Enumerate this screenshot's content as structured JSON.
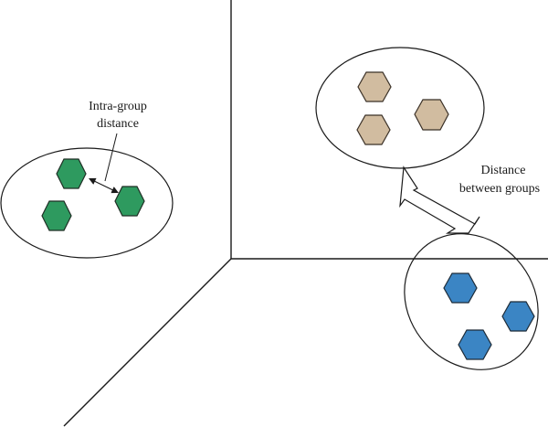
{
  "labels": {
    "intra_line1": "Intra-group",
    "intra_line2": "distance",
    "between_line1": "Distance",
    "between_line2": "between groups"
  },
  "groups": [
    {
      "name": "green-group",
      "count": 3,
      "fill": "#2e9a5f",
      "stroke": "#1f2f25"
    },
    {
      "name": "tan-group",
      "count": 3,
      "fill": "#d1bca0",
      "stroke": "#3b3127"
    },
    {
      "name": "blue-group",
      "count": 3,
      "fill": "#3b85c4",
      "stroke": "#1d2b38"
    }
  ],
  "colors": {
    "line": "#1a1a1a",
    "arrow_fill": "#ffffff"
  }
}
